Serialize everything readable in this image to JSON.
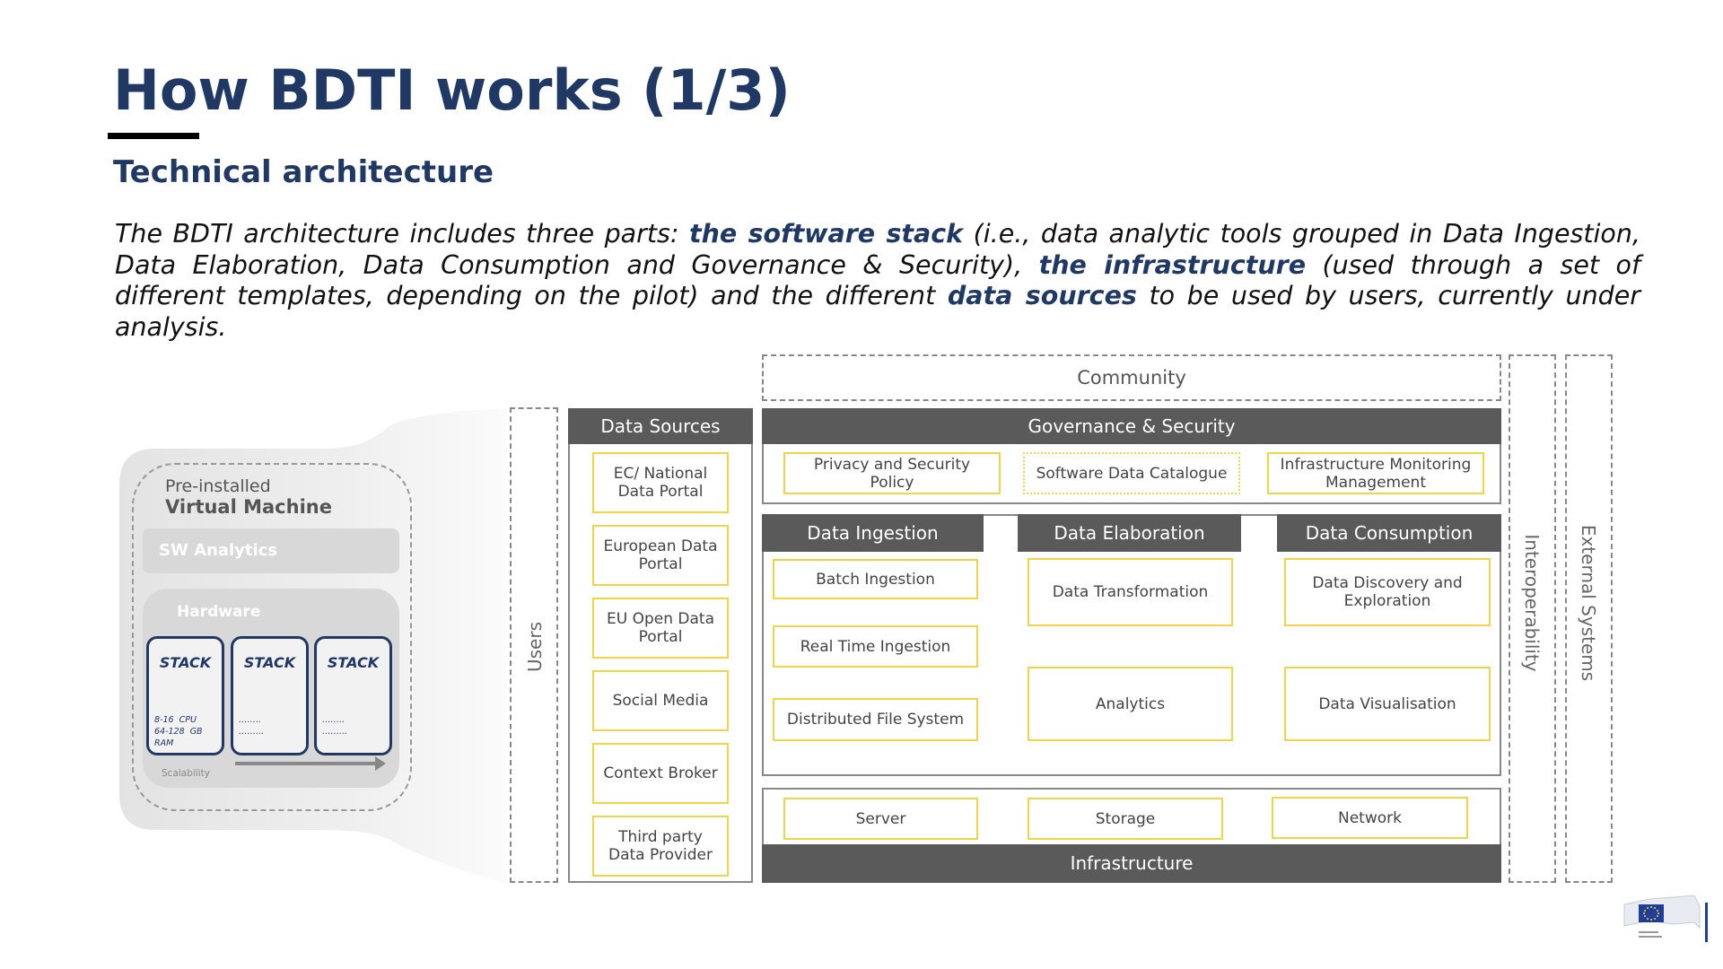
{
  "slide": {
    "title": "How BDTI works (1/3)",
    "subtitle": "Technical architecture",
    "paragraph": {
      "p1": "The BDTI architecture includes three parts: ",
      "b1": "the software stack",
      "p2": " (i.e., data analytic tools grouped in Data Ingestion, Data Elaboration, Data Consumption and Governance & Security), ",
      "b2": "the infrastructure",
      "p3": " (used through a set of different templates, depending on the pilot) and the different ",
      "b3": "data sources",
      "p4": " to be used by users, currently under analysis."
    }
  },
  "vm": {
    "line1": "Pre-installed",
    "line2": "Virtual Machine",
    "sw": "SW Analytics",
    "hardware": "Hardware",
    "stacks": [
      {
        "label": "STACK",
        "spec": "8-16  CPU\n64-128  GB\nRAM"
      },
      {
        "label": "STACK",
        "spec": "……..\n……..."
      },
      {
        "label": "STACK",
        "spec": "……..\n……..."
      }
    ],
    "scalability": "Scalability"
  },
  "architecture": {
    "users": "Users",
    "community": "Community",
    "interoperability": "Interoperability",
    "external": "External Systems",
    "data_sources": {
      "header": "Data Sources",
      "items": [
        "EC/ National Data Portal",
        "European Data Portal",
        "EU Open Data Portal",
        "Social Media",
        "Context Broker",
        "Third party Data Provider"
      ]
    },
    "governance": {
      "header": "Governance & Security",
      "items": [
        "Privacy and Security Policy",
        "Software Data Catalogue",
        "Infrastructure Monitoring Management"
      ]
    },
    "ingestion": {
      "header": "Data Ingestion",
      "items": [
        "Batch Ingestion",
        "Real Time Ingestion",
        "Distributed File System"
      ]
    },
    "elaboration": {
      "header": "Data Elaboration",
      "items": [
        "Data Transformation",
        "Analytics"
      ]
    },
    "consumption": {
      "header": "Data Consumption",
      "items": [
        "Data Discovery and Exploration",
        "Data Visualisation"
      ]
    },
    "infrastructure": {
      "header": "Infrastructure",
      "items": [
        "Server",
        "Storage",
        "Network"
      ]
    }
  },
  "colors": {
    "title": "#1f3864",
    "header_bg": "#5a5a5a",
    "box_border": "#f2d44a",
    "eu_blue": "#1f3d99"
  },
  "icons": {
    "logo": "european-commission-logo"
  }
}
